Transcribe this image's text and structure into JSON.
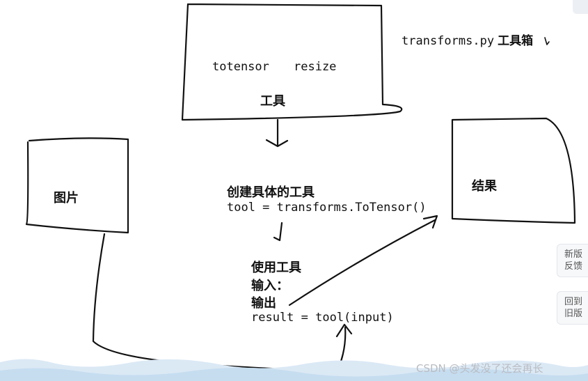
{
  "tools_box": {
    "items": [
      "totensor",
      "resize"
    ],
    "label": "工具"
  },
  "transforms_note": {
    "file": "transforms.py",
    "label": "工具箱"
  },
  "image_box": {
    "label": "图片"
  },
  "result_box": {
    "label": "结果"
  },
  "create_step": {
    "title": "创建具体的工具",
    "code": "tool = transforms.ToTensor()"
  },
  "use_step": {
    "title": "使用工具",
    "input_label": "输入：",
    "output_label": "输出",
    "code": "result = tool(input)"
  },
  "side_buttons": {
    "feedback": [
      "新版",
      "反馈"
    ],
    "back": [
      "回到",
      "旧版"
    ]
  },
  "watermark": "CSDN @头发没了还会再长"
}
